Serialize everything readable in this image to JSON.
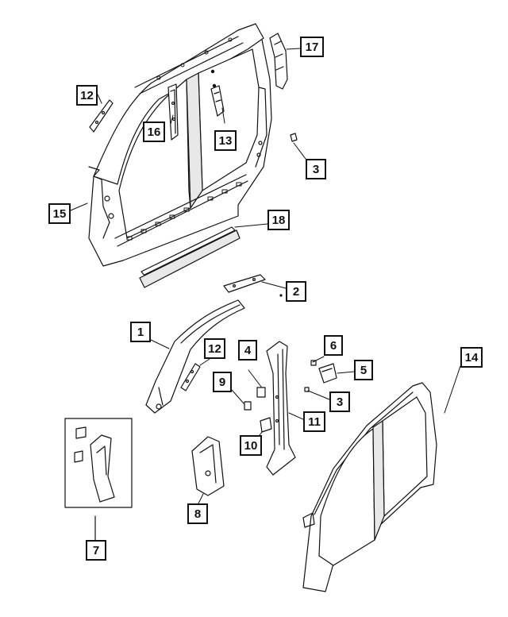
{
  "callouts": {
    "c1": "1",
    "c2": "2",
    "c3a": "3",
    "c3b": "3",
    "c4": "4",
    "c5": "5",
    "c6": "6",
    "c7": "7",
    "c8": "8",
    "c9": "9",
    "c10": "10",
    "c11": "11",
    "c12a": "12",
    "c12b": "12",
    "c13": "13",
    "c14": "14",
    "c15": "15",
    "c16": "16",
    "c17": "17",
    "c18": "18"
  },
  "colors": {
    "line": "#111111",
    "fill": "#ffffff",
    "shade": "#cfcfcf"
  }
}
